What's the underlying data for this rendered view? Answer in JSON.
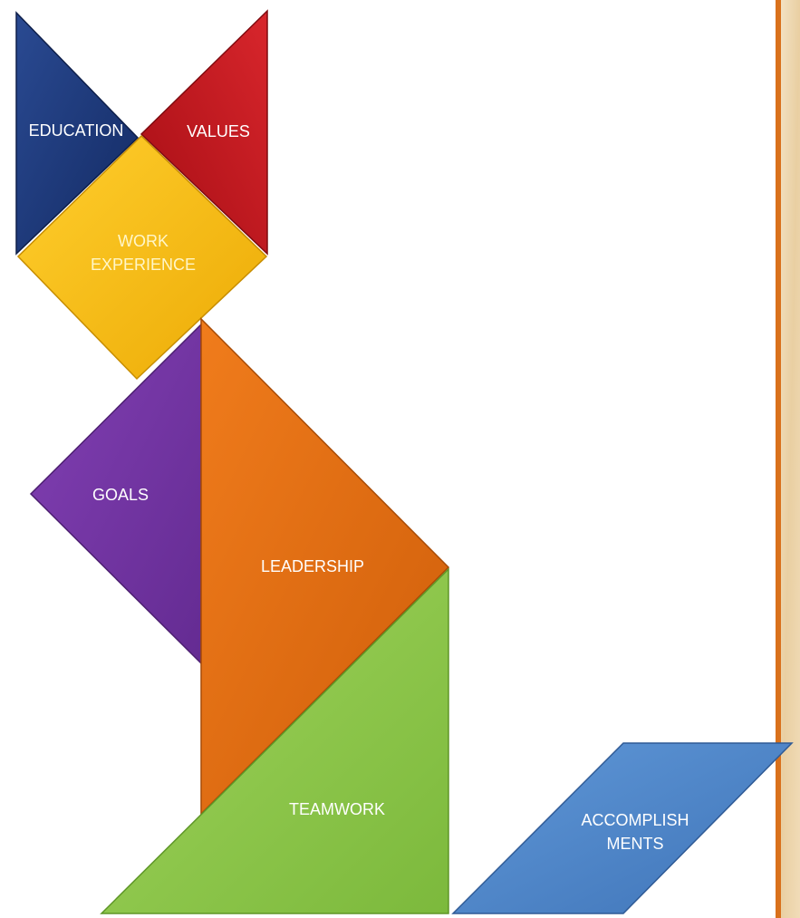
{
  "diagram": {
    "pieces": [
      {
        "id": "education",
        "lines": [
          "EDUCATION"
        ],
        "color": "#1f3a7a"
      },
      {
        "id": "values",
        "lines": [
          "VALUES"
        ],
        "color": "#c0141b"
      },
      {
        "id": "work-experience",
        "lines": [
          "WORK",
          "EXPERIENCE"
        ],
        "color": "#f4b90e"
      },
      {
        "id": "goals",
        "lines": [
          "GOALS"
        ],
        "color": "#7434a2"
      },
      {
        "id": "leadership",
        "lines": [
          "LEADERSHIP"
        ],
        "color": "#e46d10"
      },
      {
        "id": "teamwork",
        "lines": [
          "TEAMWORK"
        ],
        "color": "#8cc84b"
      },
      {
        "id": "accomplishments",
        "lines": [
          "ACCOMPLISH",
          "MENTS"
        ],
        "color": "#4f86c8"
      }
    ],
    "background_border_color": "#d9711c"
  }
}
